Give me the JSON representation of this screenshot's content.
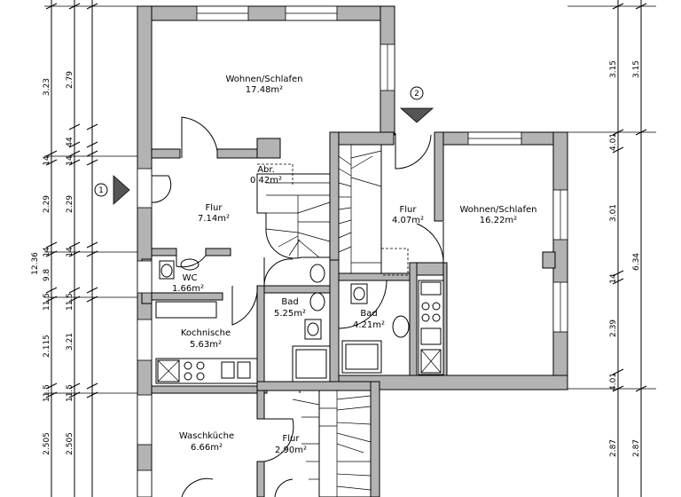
{
  "rooms": {
    "wohnen_top": {
      "name": "Wohnen/Schlafen",
      "area": "17.48m²"
    },
    "abr": {
      "name": "Abr.",
      "area": "0.42m²"
    },
    "flur_left": {
      "name": "Flur",
      "area": "7.14m²"
    },
    "wc": {
      "name": "WC",
      "area": "1.66m²"
    },
    "bad_mid": {
      "name": "Bad",
      "area": "5.25m²"
    },
    "kochnische": {
      "name": "Kochnische",
      "area": "5.63m²"
    },
    "flur_right": {
      "name": "Flur",
      "area": "4.07m²"
    },
    "wohnen_right": {
      "name": "Wohnen/Schlafen",
      "area": "16.22m²"
    },
    "bad_right": {
      "name": "Bad",
      "area": "4.21m²"
    },
    "waschkueche": {
      "name": "Waschküche",
      "area": "6.66m²"
    },
    "flur_bottom": {
      "name": "Flur",
      "area": "2.90m²"
    }
  },
  "markers": {
    "m1": "1",
    "m2": "2"
  },
  "dims_left_outer": [
    "3.23",
    "14",
    "2.29",
    "14",
    "9.8",
    "11.5",
    "2.115",
    "11.5",
    "2.505"
  ],
  "dims_left_total": "12.36",
  "dims_left_inner": [
    "2.79",
    "44",
    "14",
    "2.29",
    "14",
    "11.5",
    "3.21",
    "11.5",
    "2.505"
  ],
  "dims_right_outer": [
    "3.15",
    "4.01",
    "3.01",
    "14",
    "2.39",
    "4.01",
    "2.87"
  ],
  "dims_right_inner": [
    "3.15",
    "6.34",
    "2.87"
  ]
}
